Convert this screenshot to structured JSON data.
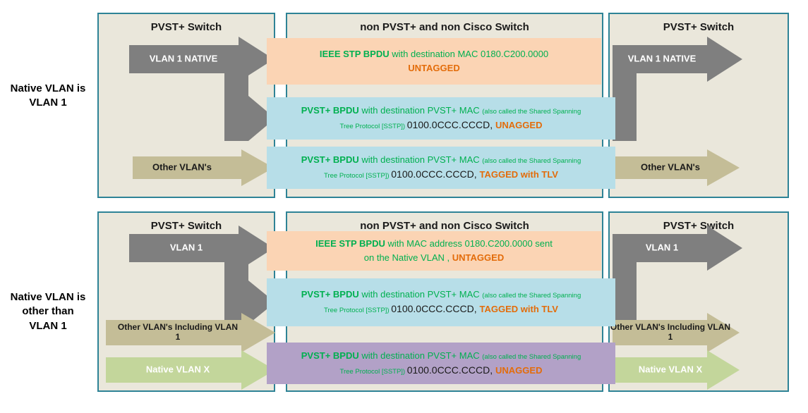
{
  "colors": {
    "panel_background": "#EAE7DB",
    "panel_border": "#2E8396",
    "gray_arrow": "#7F7F7F",
    "tan_arrow": "#C4BD97",
    "green_arrow": "#C3D69B",
    "orange_box": "#FBD4B4",
    "blue_box": "#B7DEE8",
    "purple_box": "#B2A1C7",
    "green_text": "#00B050",
    "orange_text": "#E36C0A"
  },
  "rows": [
    {
      "side_label": "Native VLAN is\nVLAN 1",
      "left_panel": {
        "title": "PVST+ Switch",
        "gray_arrow_label": "VLAN 1 NATIVE",
        "tan_arrow_label": "Other VLAN's"
      },
      "middle_panel": {
        "title": "non PVST+ and non Cisco Switch",
        "box1": {
          "bold": "IEEE STP BPDU",
          "text": " with destination MAC 0180.C200.0000",
          "tag": "UNTAGGED"
        },
        "box2": {
          "bold": "PVST+ BPDU",
          "text": " with destination PVST+ MAC ",
          "small1": "(also called the Shared Spanning",
          "small2": "Tree Protocol [SSTP]) ",
          "mac": "0100.0CCC.CCCD, ",
          "tag": "UNAGGED"
        },
        "box3": {
          "bold": "PVST+ BPDU",
          "text": " with destination PVST+ MAC ",
          "small1": "(also called the Shared Spanning",
          "small2": "Tree Protocol [SSTP]) ",
          "mac": "0100.0CCC.CCCD, ",
          "tag": "TAGGED with TLV"
        }
      },
      "right_panel": {
        "title": "PVST+ Switch",
        "gray_arrow_label": "VLAN 1 NATIVE",
        "tan_arrow_label": "Other VLAN's"
      }
    },
    {
      "side_label": "Native VLAN is\nother than\nVLAN 1",
      "left_panel": {
        "title": "PVST+ Switch",
        "gray_arrow_label": "VLAN 1",
        "tan_arrow_label": "Other VLAN's Including VLAN 1",
        "green_arrow_label": "Native VLAN X"
      },
      "middle_panel": {
        "title": "non PVST+ and non Cisco Switch",
        "box1": {
          "bold": "IEEE STP BPDU",
          "text1": " with MAC address 0180.C200.0000 sent",
          "text2": "on the Native VLAN , ",
          "tag": "UNTAGGED"
        },
        "box2": {
          "bold": "PVST+ BPDU",
          "text": " with destination PVST+ MAC ",
          "small1": "(also called the Shared Spanning",
          "small2": "Tree Protocol [SSTP]) ",
          "mac": "0100.0CCC.CCCD, ",
          "tag": "TAGGED with TLV"
        },
        "box3": {
          "bold": "PVST+ BPDU",
          "text": " with destination PVST+ MAC ",
          "small1": "(also called the Shared Spanning",
          "small2": "Tree Protocol [SSTP]) ",
          "mac": "0100.0CCC.CCCD, ",
          "tag": "UNAGGED"
        }
      },
      "right_panel": {
        "title": "PVST+ Switch",
        "gray_arrow_label": "VLAN 1",
        "tan_arrow_label": "Other VLAN's Including VLAN 1",
        "green_arrow_label": "Native VLAN X"
      }
    }
  ]
}
